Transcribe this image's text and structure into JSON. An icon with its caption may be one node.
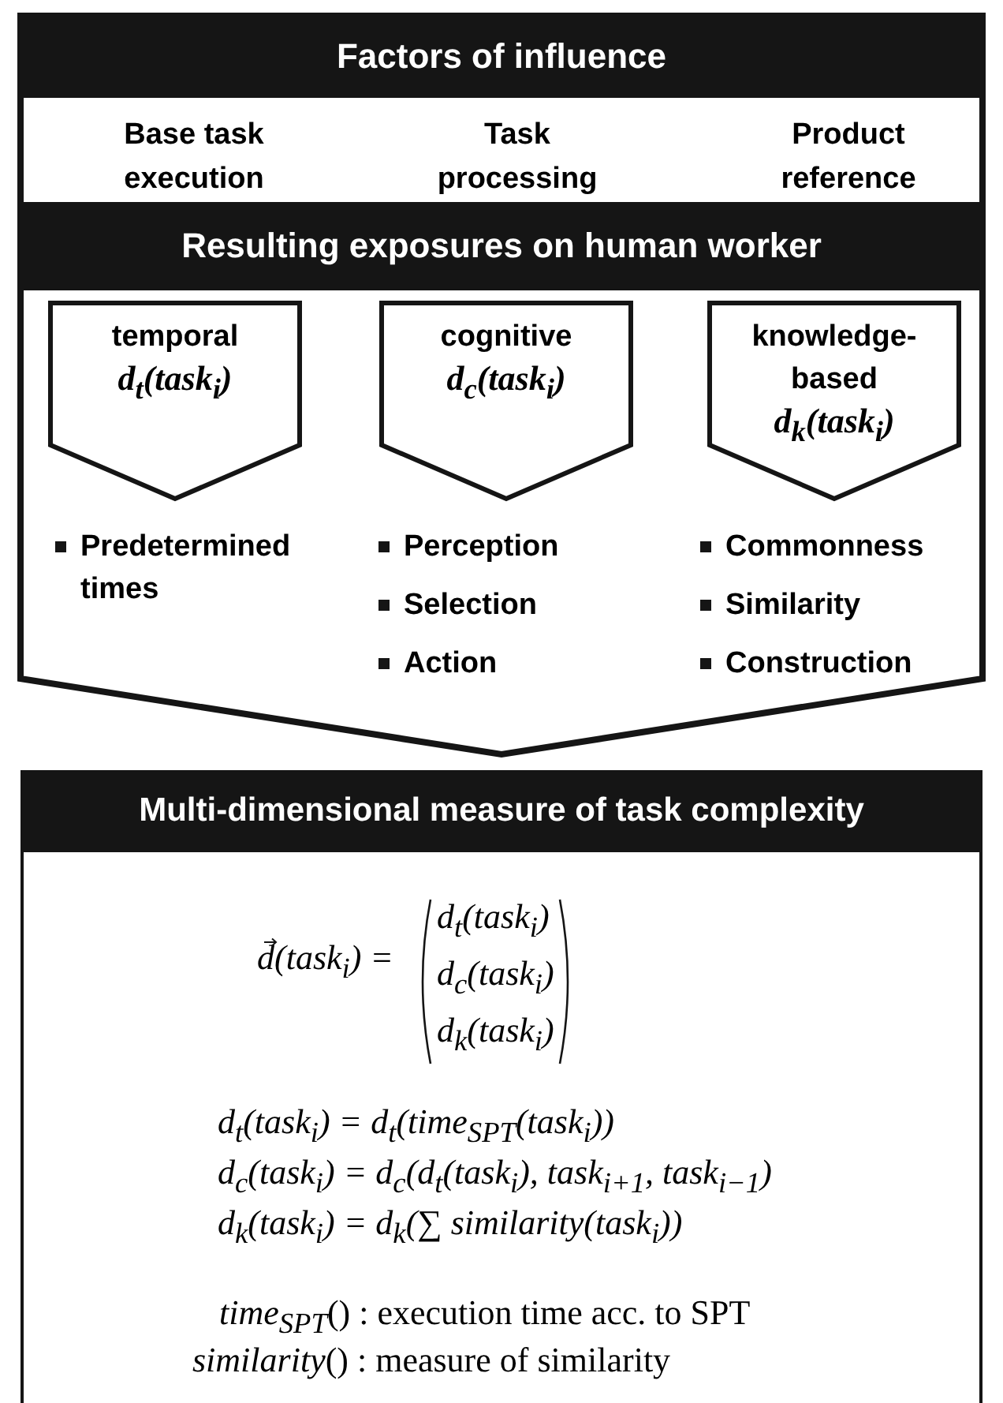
{
  "diagram": {
    "nodes": [
      {
        "text": [],
        "shape": "chevron"
      },
      {
        "text": [
          "Factors of influence"
        ],
        "in": 0
      },
      {
        "text": [
          "Base task execution"
        ],
        "in": 0
      },
      {
        "text": [
          "Task processing"
        ],
        "in": 0
      },
      {
        "text": [
          "Product reference"
        ],
        "in": 0
      },
      {
        "text": [
          "Resulting exposures on human worker"
        ],
        "in": 0
      },
      {
        "text": [
          "temporal",
          "d$_{t}$(task$_{i}$)"
        ],
        "in": 0,
        "beside": [
          "Predetermined times"
        ]
      },
      {
        "text": [
          "cognitive",
          "d$_{c}$(task$_{i}$)"
        ],
        "in": 0,
        "beside": [
          "Perception",
          "Selection",
          "Action"
        ]
      },
      {
        "text": [
          "knowledge-based",
          "d$_{k}$(task$_{i}$)"
        ],
        "in": 0,
        "beside": [
          "Commonness",
          "Similarity",
          "Construction"
        ]
      },
      {
        "text": [
          "Multi-dimensional measure of task complexity",
          "d(task$_{i}$) =",
          "d$_{t}$(task$_{i}$)",
          "d$_{c}$(task$_{i}$)",
          "d$_{k}$(task$_{i}$)",
          "d$_{t}$(task$_{i}$) = d$_{t}$(time$_{SPT}$(task$_{i}$))",
          "d$_{c}$(task$_{i}$) = d$_{c}$(d$_{t}$(task$_{i}$), task$_{i+1}$, task$_{i−1}$)",
          "d$_{k}$(task$_{i}$) = d$_{k}$(∑ similarity(task$_{i}$))",
          "*time*$_{SPT}$() : execution time acc. to SPT",
          "*similarity*() : measure of similarity"
        ]
      }
    ],
    "edges": []
  }
}
